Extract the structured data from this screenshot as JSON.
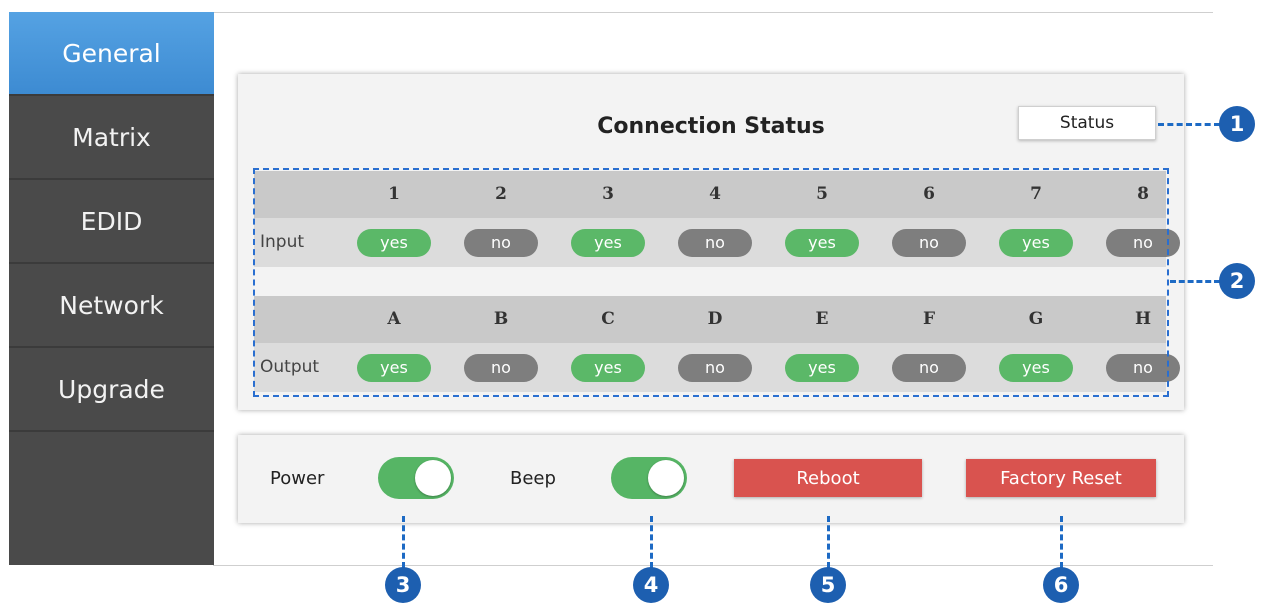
{
  "sidebar": {
    "items": [
      {
        "label": "General",
        "active": true
      },
      {
        "label": "Matrix",
        "active": false
      },
      {
        "label": "EDID",
        "active": false
      },
      {
        "label": "Network",
        "active": false
      },
      {
        "label": "Upgrade",
        "active": false
      }
    ]
  },
  "connection": {
    "title": "Connection Status",
    "status_button": "Status",
    "inputs": {
      "label": "Input",
      "ports": [
        {
          "id": "1",
          "state": "yes"
        },
        {
          "id": "2",
          "state": "no"
        },
        {
          "id": "3",
          "state": "yes"
        },
        {
          "id": "4",
          "state": "no"
        },
        {
          "id": "5",
          "state": "yes"
        },
        {
          "id": "6",
          "state": "no"
        },
        {
          "id": "7",
          "state": "yes"
        },
        {
          "id": "8",
          "state": "no"
        }
      ]
    },
    "outputs": {
      "label": "Output",
      "ports": [
        {
          "id": "A",
          "state": "yes"
        },
        {
          "id": "B",
          "state": "no"
        },
        {
          "id": "C",
          "state": "yes"
        },
        {
          "id": "D",
          "state": "no"
        },
        {
          "id": "E",
          "state": "yes"
        },
        {
          "id": "F",
          "state": "no"
        },
        {
          "id": "G",
          "state": "yes"
        },
        {
          "id": "H",
          "state": "no"
        }
      ]
    }
  },
  "controls": {
    "power_label": "Power",
    "power_on": true,
    "beep_label": "Beep",
    "beep_on": true,
    "reboot_label": "Reboot",
    "factory_reset_label": "Factory Reset"
  },
  "callouts": [
    "1",
    "2",
    "3",
    "4",
    "5",
    "6"
  ],
  "colors": {
    "active_nav": "#4a98dc",
    "sidebar": "#4a4a4a",
    "yes": "#5bb868",
    "no": "#7e7e7e",
    "danger": "#d9534f",
    "callout": "#1d5fb0"
  }
}
